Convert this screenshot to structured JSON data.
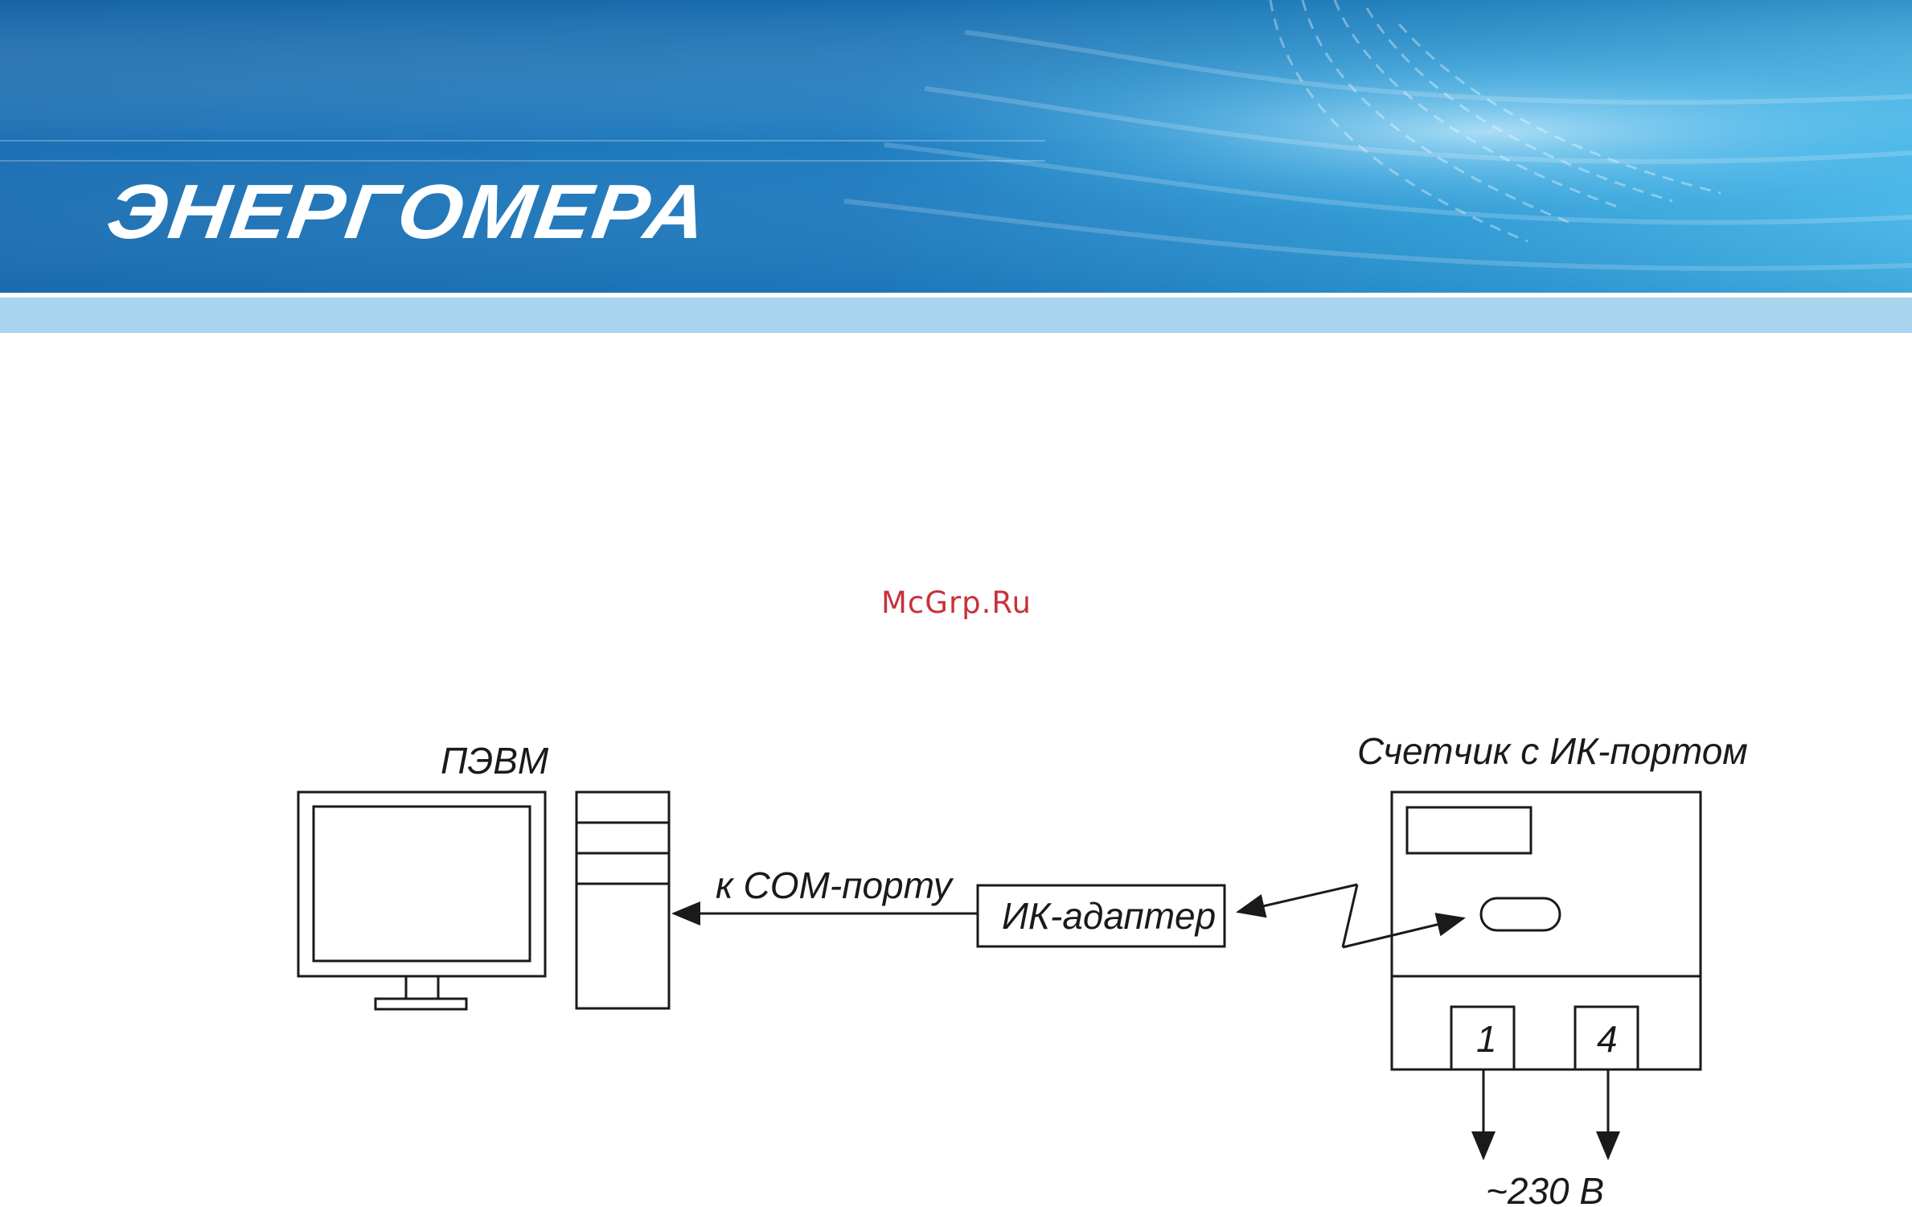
{
  "header": {
    "logo_text": "ЭНЕРГОМЕРА",
    "colors": {
      "band_dark": "#1565a8",
      "band_light": "#3fb2e6",
      "stripe": "#a9d4ee"
    }
  },
  "watermark": "McGrp.Ru",
  "diagram": {
    "pc_label": "ПЭВМ",
    "com_label": "к COM-порту",
    "adapter_label": "ИК-адаптер",
    "meter_label": "Счетчик с ИК-портом",
    "terminal_1": "1",
    "terminal_4": "4",
    "voltage_label": "~230 В"
  }
}
